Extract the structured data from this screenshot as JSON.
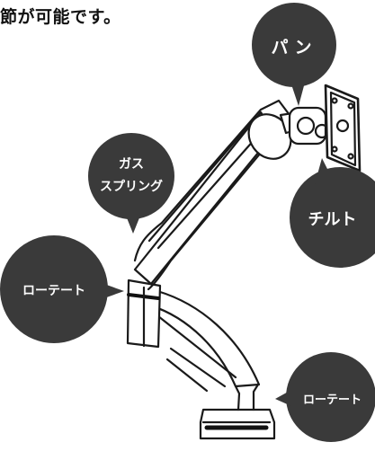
{
  "intro": {
    "text": "節が可能です。"
  },
  "callouts": {
    "pan": "パン",
    "gas_line1": "ガス",
    "gas_line2": "スプリング",
    "tilt": "チルト",
    "rotate_left": "ローテート",
    "rotate_bottom": "ローテート"
  },
  "colors": {
    "bubble": "#3a3a3a",
    "bubble_text": "#ffffff",
    "outline": "#1a1a1a",
    "background": "#ffffff"
  }
}
